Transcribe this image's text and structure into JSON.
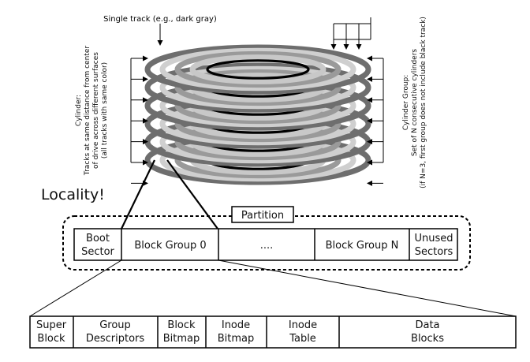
{
  "disk": {
    "single_track_label": "Single track (e.g., dark gray)",
    "cylinder_label_lines": [
      "Cylinder:",
      "Tracks at same distance from center",
      "of drive across different surfaces",
      "(all tracks with same color)"
    ],
    "cylinder_group_label_lines": [
      "Cylinder Group:",
      "Set of N consecutive cylinders",
      "(if N=3, first group does not include black track)"
    ],
    "platter_count": 6,
    "track_colors": [
      "#6e6e6e",
      "#cfcfcf",
      "#9a9a9a",
      "#c8c8c8",
      "#000000"
    ]
  },
  "locality_label": "Locality!",
  "partition": {
    "label": "Partition",
    "boot_sector_lines": [
      "Boot",
      "Sector"
    ],
    "block_group_0": "Block Group 0",
    "ellipsis": "....",
    "block_group_n": "Block Group N",
    "unused_sectors_lines": [
      "Unused",
      "Sectors"
    ]
  },
  "block_group": {
    "super_block_lines": [
      "Super",
      "Block"
    ],
    "group_descriptors_lines": [
      "Group",
      "Descriptors"
    ],
    "block_bitmap_lines": [
      "Block",
      "Bitmap"
    ],
    "inode_bitmap_lines": [
      "Inode",
      "Bitmap"
    ],
    "inode_table_lines": [
      "Inode",
      "Table"
    ],
    "data_blocks_lines": [
      "Data",
      "Blocks"
    ]
  }
}
